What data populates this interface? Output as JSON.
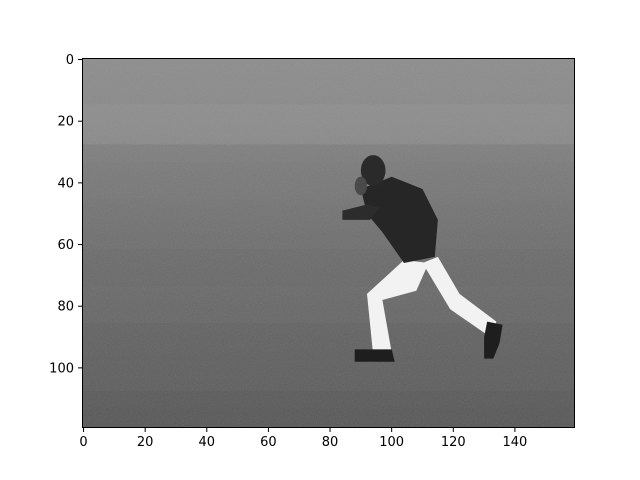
{
  "figure": {
    "type": "image",
    "description_kind": "grayscale frame",
    "colormap": "gray",
    "image_shape": [
      120,
      160
    ],
    "xlim": [
      -0.5,
      159.5
    ],
    "ylim": [
      119.5,
      -0.5
    ],
    "x_ticks": [
      0,
      20,
      40,
      60,
      80,
      100,
      120,
      140
    ],
    "y_ticks": [
      0,
      20,
      40,
      60,
      80,
      100
    ],
    "x_tick_labels": [
      "0",
      "20",
      "40",
      "60",
      "80",
      "100",
      "120",
      "140"
    ],
    "y_tick_labels": [
      "0",
      "20",
      "40",
      "60",
      "80",
      "100"
    ]
  },
  "colors": {
    "frame": "#000000",
    "background": "#ffffff",
    "field_light": "#8c8c8c",
    "field_mid": "#6f6f6f",
    "field_dark": "#5a5a5a",
    "figure_dark": "#1e1e1e",
    "figure_light": "#f2f2f2"
  }
}
